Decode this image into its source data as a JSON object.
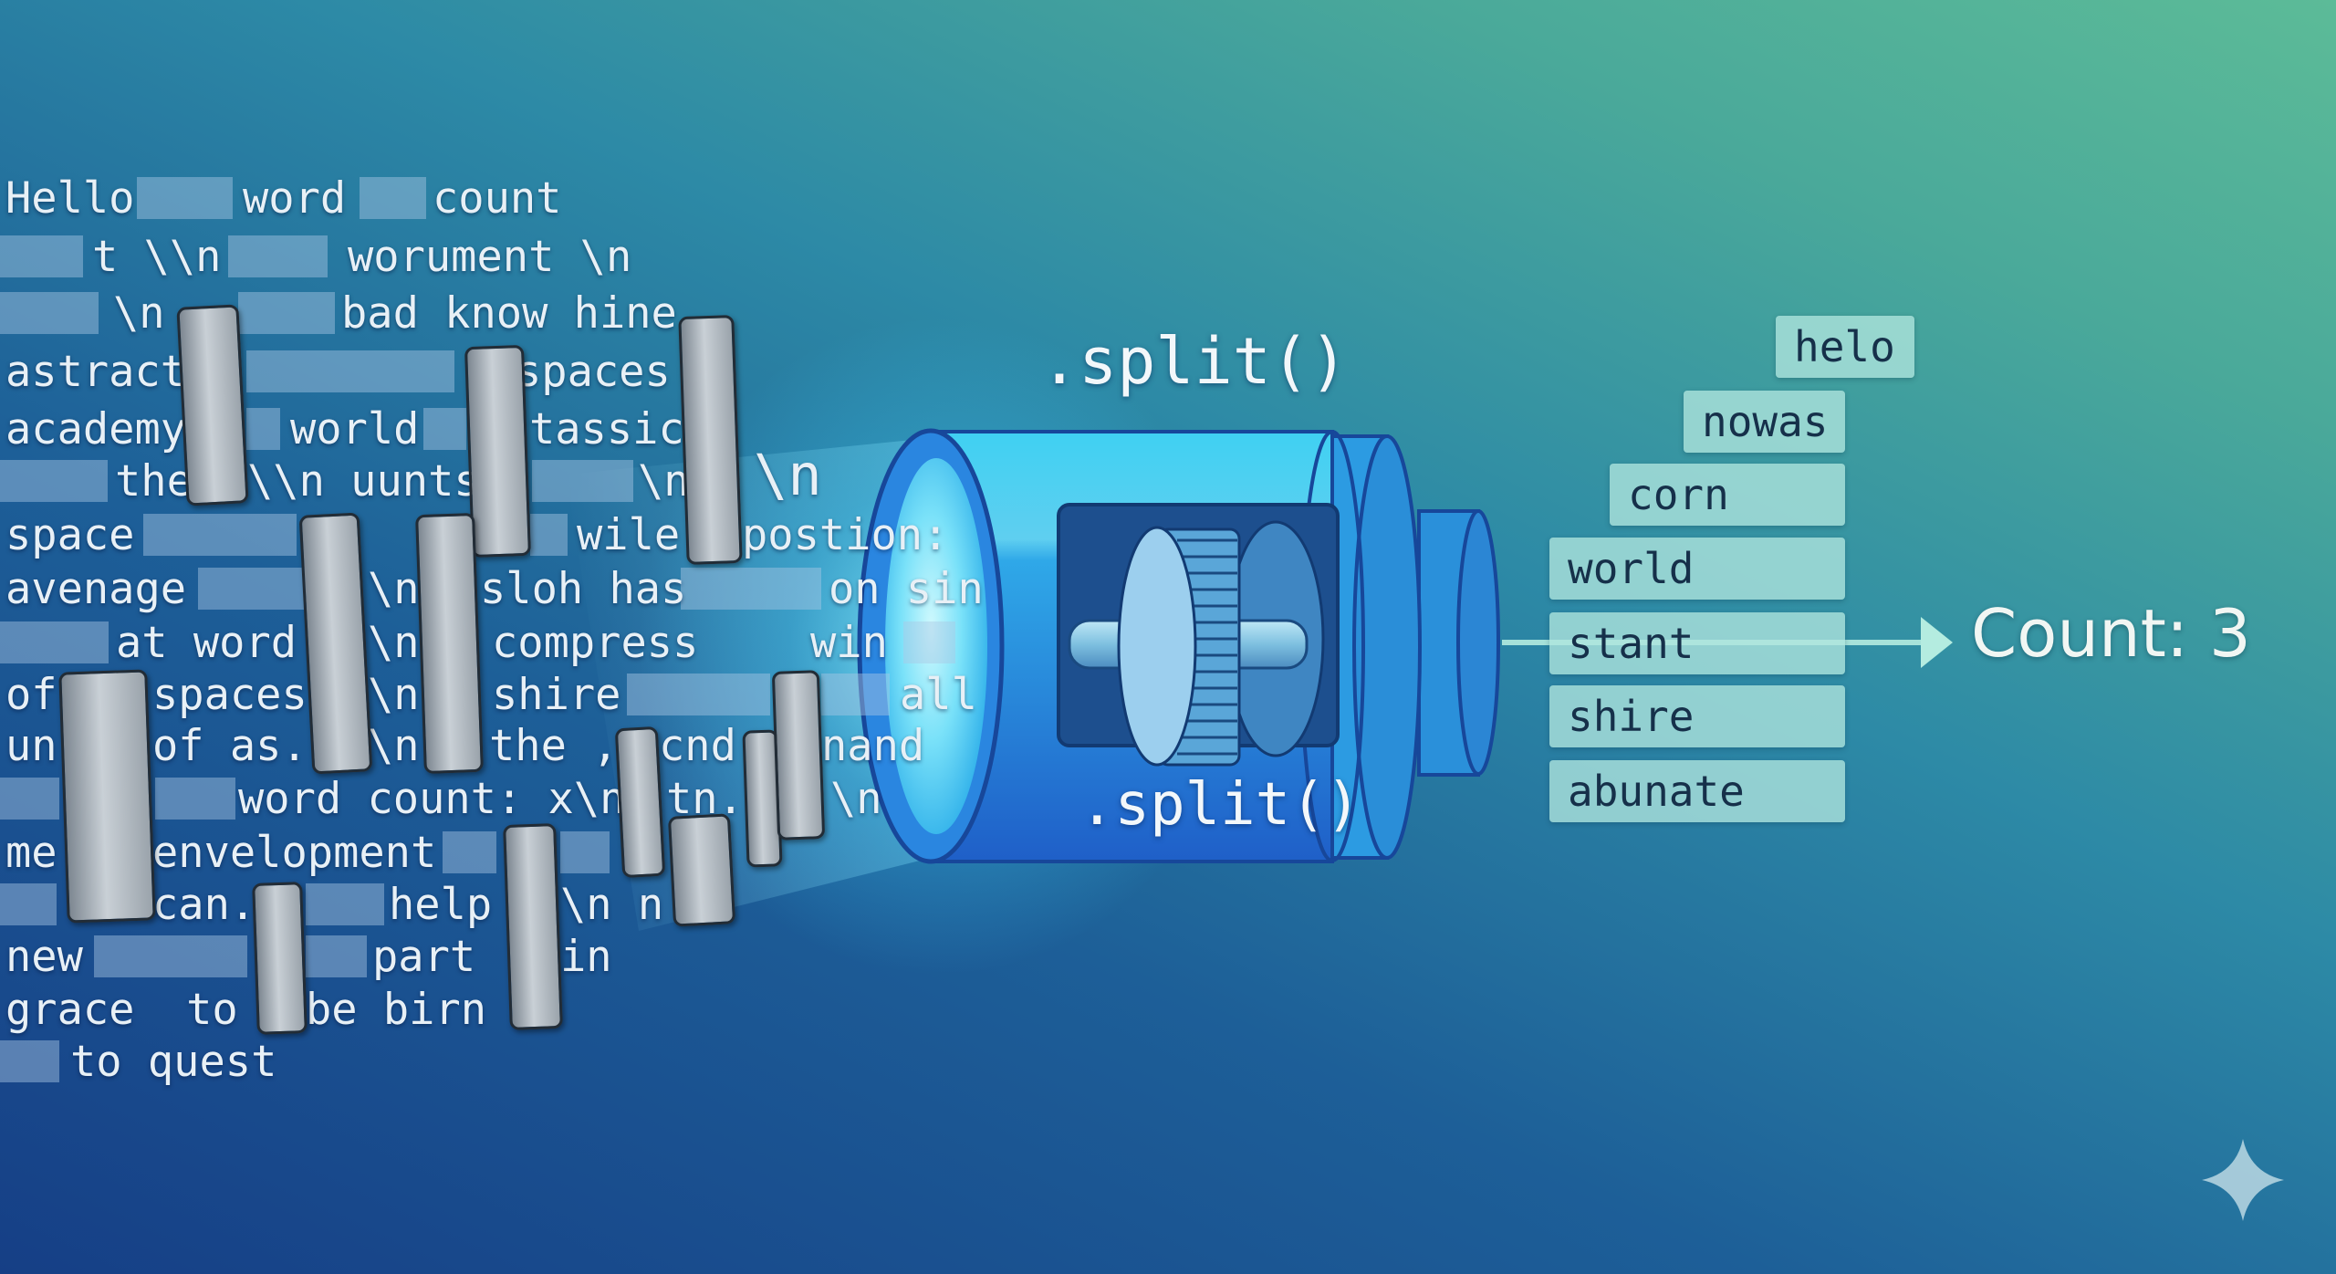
{
  "source_text": {
    "lines": [
      [
        "Hello",
        "word",
        "count"
      ],
      [
        "t \\\\n",
        "worument \\n"
      ],
      [
        "\\n",
        "bad know hine"
      ],
      [
        "astract",
        "spaces"
      ],
      [
        "academy",
        "world",
        "tassic"
      ],
      [
        "the",
        "\\\\n uunts",
        "\\n",
        "\\n"
      ],
      [
        "space",
        "wile",
        "postion:"
      ],
      [
        "avenage",
        "\\n",
        "sloh has",
        "on sin"
      ],
      [
        "at word",
        "\\n",
        "compress",
        "win"
      ],
      [
        "of",
        "spaces",
        "\\n",
        "shire",
        "all"
      ],
      [
        "un",
        "of as.",
        "\\n",
        "the ,",
        "cnd",
        "nand"
      ],
      [
        "word count: x\\n",
        "tn.",
        "\\n"
      ],
      [
        "me",
        "envelopment"
      ],
      [
        "can.",
        "help",
        "\\n n"
      ],
      [
        "new",
        "part",
        "in"
      ],
      [
        "grace  to",
        "be birn"
      ],
      [
        "to quest"
      ]
    ]
  },
  "machine": {
    "top_label": ".split()",
    "body_label": ".split()",
    "icon": "gear-icon"
  },
  "output": {
    "tokens": [
      "helo",
      "nowas",
      "corn",
      "world",
      "stant",
      "shire",
      "abunate"
    ],
    "result": "Count: 3"
  },
  "colors": {
    "background_dark": "#163f86",
    "background_light": "#5cbb98",
    "cylinder": "#2a8ee0",
    "glow": "#8ff0ff",
    "token_fill": "#afe6de",
    "token_text": "#16304a"
  },
  "decor": {
    "corner_icon": "sparkle-icon"
  }
}
